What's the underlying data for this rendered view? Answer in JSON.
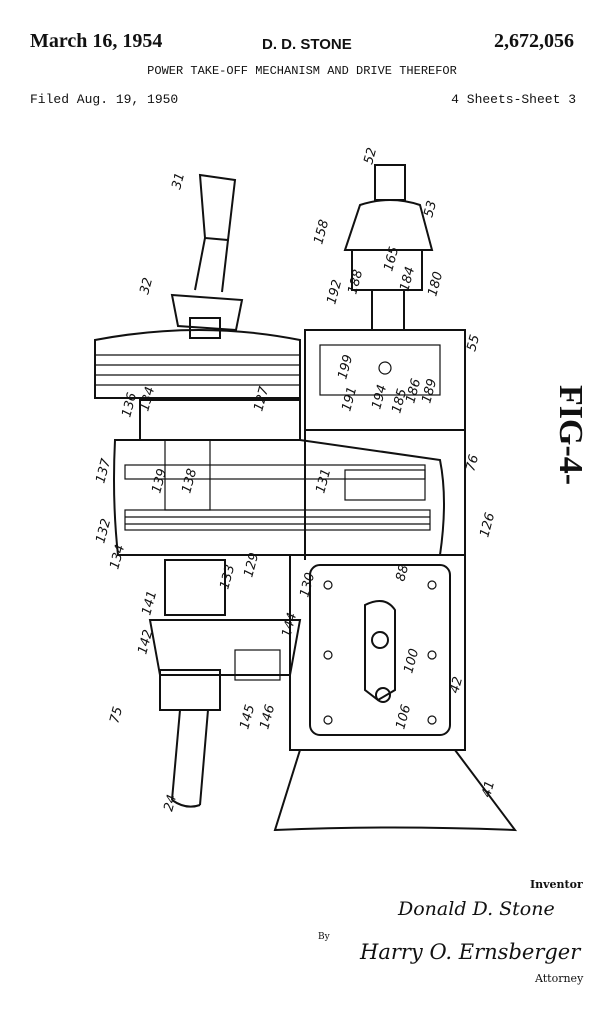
{
  "header": {
    "date": "March 16, 1954",
    "inventor": "D. D. STONE",
    "patent_number": "2,672,056",
    "title": "POWER TAKE-OFF MECHANISM AND DRIVE THEREFOR",
    "filed": "Filed Aug. 19, 1950",
    "sheet": "4 Sheets-Sheet 3"
  },
  "figure": {
    "label": "FIG-4-",
    "refs": [
      "31",
      "32",
      "52",
      "53",
      "158",
      "192",
      "188",
      "165",
      "184",
      "180",
      "55",
      "199",
      "191",
      "194",
      "185",
      "186",
      "189",
      "136",
      "134",
      "127",
      "137",
      "139",
      "138",
      "76",
      "132",
      "126",
      "134",
      "131",
      "133",
      "129",
      "130",
      "88",
      "141",
      "144",
      "142",
      "100",
      "42",
      "75",
      "145",
      "146",
      "106",
      "24",
      "41"
    ]
  },
  "signatures": {
    "inventor_label": "Inventor",
    "inventor_name": "Donald D. Stone",
    "by": "By",
    "attorney_name": "Harry O. Ernsberger",
    "attorney_label": "Attorney"
  }
}
